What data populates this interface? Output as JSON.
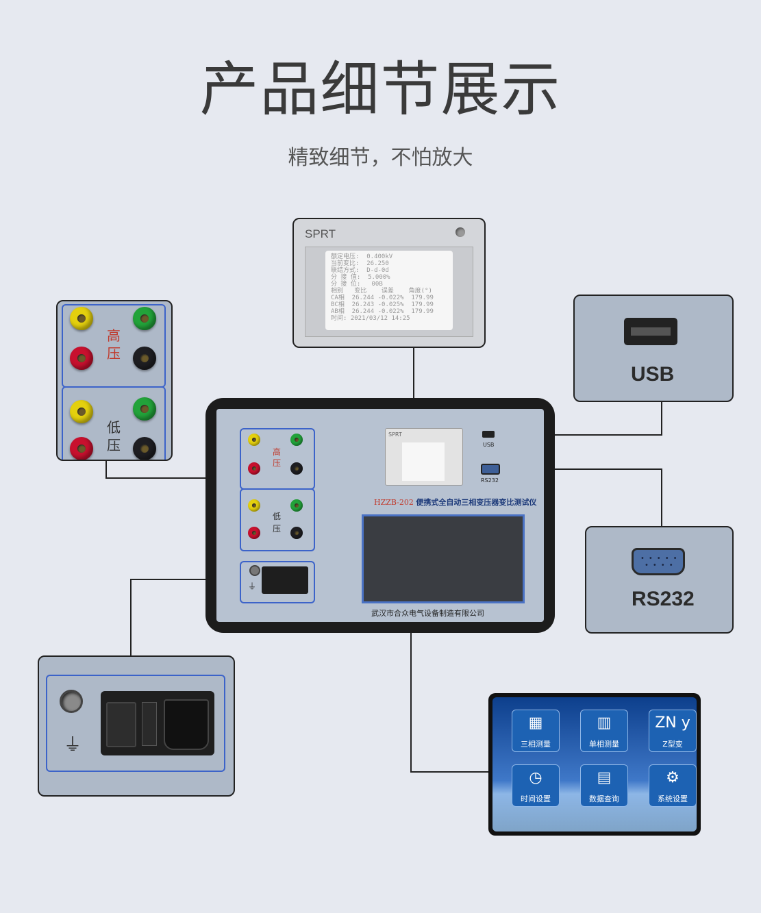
{
  "header": {
    "title": "产品细节展示",
    "subtitle": "精致细节，不怕放大"
  },
  "printer": {
    "label": "SPRT",
    "receipt_lines": [
      "额定电压:  0.400kV",
      "当前变比:  26.250",
      "联结方式:  D-d-0d",
      "分 接 值:  5.000%",
      "分 接 位:   00B",
      "相别   变比    误差    角度(°)",
      "CA相  26.244 -0.022%  179.99",
      "BC相  26.243 -0.025%  179.99",
      "AB相  26.244 -0.022%  179.99",
      "时间: 2021/03/12 14:25"
    ]
  },
  "usb": {
    "label": "USB"
  },
  "rs232": {
    "label": "RS232"
  },
  "terminals": {
    "high_voltage_label": [
      "高",
      "压"
    ],
    "low_voltage_label": [
      "低",
      "压"
    ]
  },
  "device": {
    "model": "HZZB-202",
    "name": "便携式全自动三相变压器变比测试仪",
    "manufacturer": "武汉市合众电气设备制造有限公司",
    "printer_label": "SPRT",
    "usb_label": "USB",
    "rs232_label": "RS232"
  },
  "power": {
    "ground_symbol": "⏚"
  },
  "screen": {
    "icons": [
      {
        "label": "三相测量",
        "icon": "transformer-icon",
        "symbol": "▦"
      },
      {
        "label": "单相测量",
        "icon": "single-transformer-icon",
        "symbol": "▥"
      },
      {
        "label": "Z型变",
        "icon": "zn-y-icon",
        "symbol": "ZN y"
      },
      {
        "label": "时间设置",
        "icon": "clock-icon",
        "symbol": "◷"
      },
      {
        "label": "数据查询",
        "icon": "data-query-icon",
        "symbol": "▤"
      },
      {
        "label": "系统设置",
        "icon": "gear-icon",
        "symbol": "⚙"
      }
    ]
  },
  "colors": {
    "accent_blue": "#3c63c9",
    "panel_gray": "#aeb9c8",
    "model_red": "#c0392b"
  }
}
